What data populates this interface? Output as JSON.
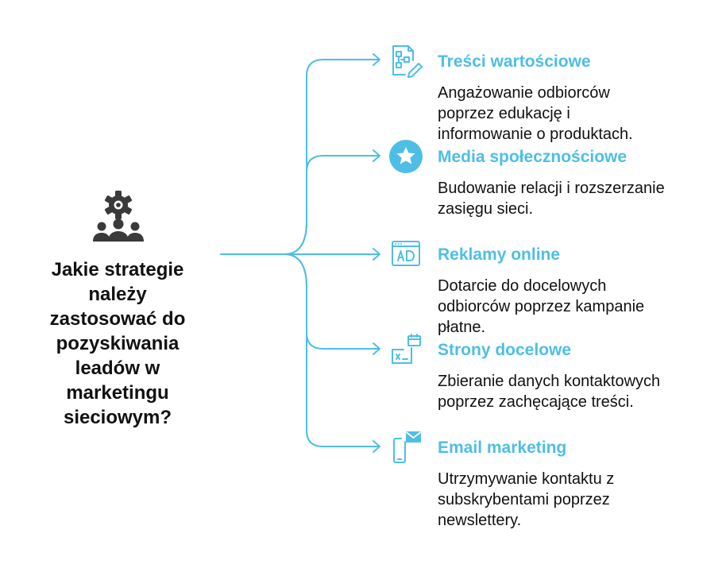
{
  "colors": {
    "accent": "#4ebee6",
    "icon_dark": "#3a3a3a",
    "text": "#111111"
  },
  "center": {
    "icon": "gear-people-icon",
    "question": "Jakie strategie\nnależy\nzastosować do\npozyskiwania\nleadów w\nmarketingu\nsieciowym?"
  },
  "branches": [
    {
      "icon": "content-edit-icon",
      "title": "Treści wartościowe",
      "description": "Angażowanie odbiorców\npoprzez edukację i\ninformowanie o produktach."
    },
    {
      "icon": "star-badge-icon",
      "title": "Media społecznościowe",
      "description": "Budowanie relacji i rozszerzanie\nzasięgu sieci."
    },
    {
      "icon": "ad-window-icon",
      "title": "Reklamy online",
      "description": "Dotarcie do docelowych\nodbiorców poprzez kampanie\npłatne."
    },
    {
      "icon": "landing-page-icon",
      "title": "Strony docelowe",
      "description": "Zbieranie danych kontaktowych\npoprzez zachęcające treści."
    },
    {
      "icon": "mobile-mail-icon",
      "title": "Email marketing",
      "description": "Utrzymywanie kontaktu z\nsubskrybentami poprzez\nnewslettery."
    }
  ]
}
